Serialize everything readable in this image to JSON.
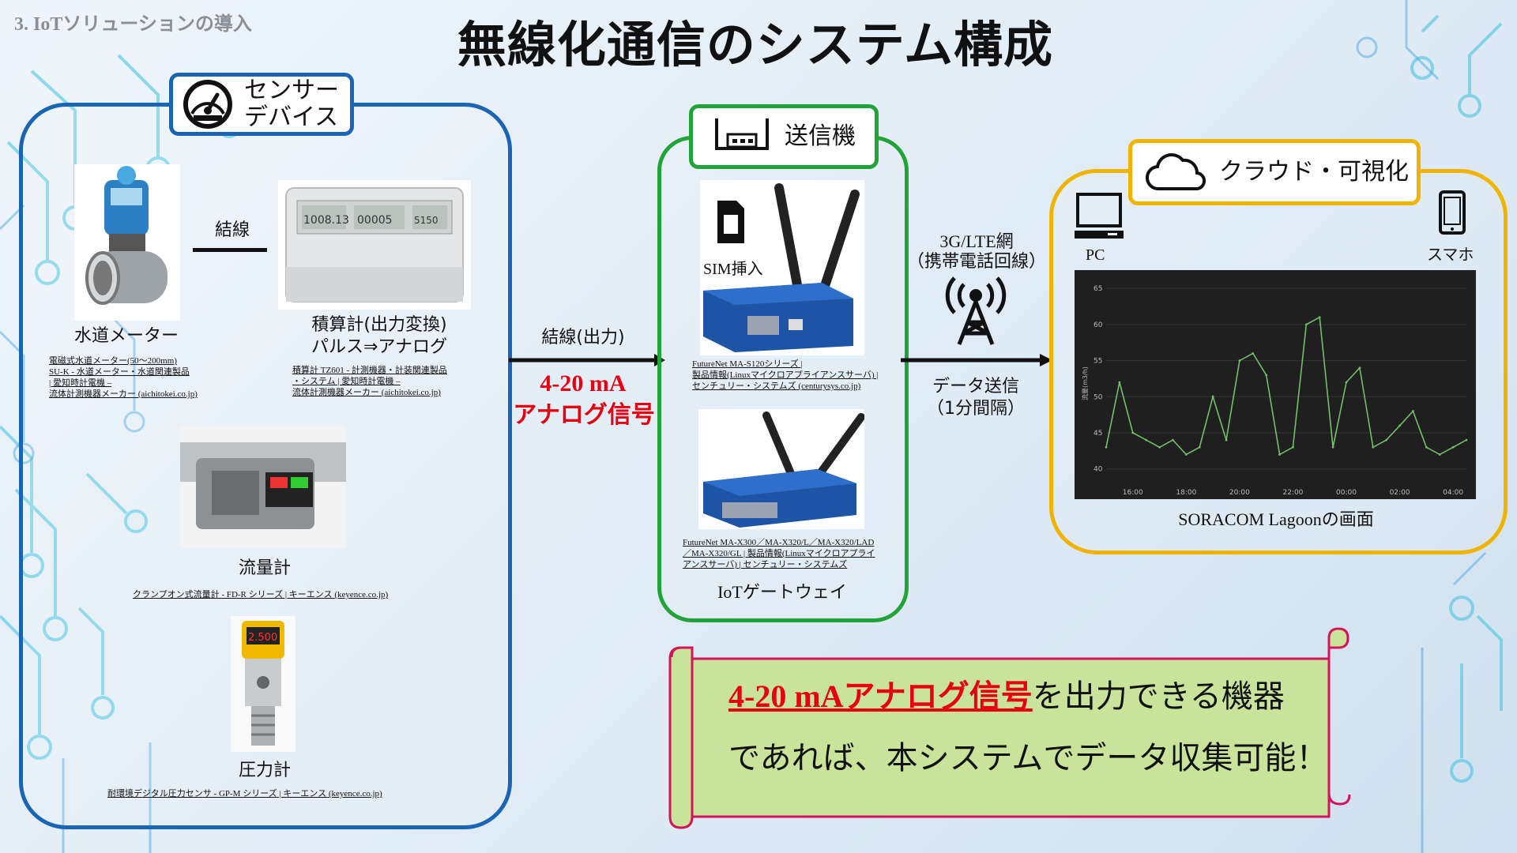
{
  "section_label": "3. IoTソリューションの導入",
  "title": "無線化通信のシステム構成",
  "sensor": {
    "tag_label_1": "センサー",
    "tag_label_2": "デバイス",
    "tag_icon": "gauge-icon",
    "water_meter_label": "水道メーター",
    "water_meter_links": [
      "電磁式水道メーター(50〜200mm)",
      "SU-K - 水道メーター・水道関連製品",
      "| 愛知時計電機 –",
      "流体計測機器メーカー (aichitokei.co.jp)"
    ],
    "wiring_label": "結線",
    "totalizer_label_1": "積算計(出力変換)",
    "totalizer_label_2": "パルス⇒アナログ",
    "totalizer_links": [
      "積算計 TZ601 - 計測機器・計装関連製品",
      "・システム | 愛知時計電機 –",
      "流体計測機器メーカー (aichitokei.co.jp)"
    ],
    "flow_meter_label": "流量計",
    "flow_meter_link": "クランプオン式流量計 - FD-R シリーズ | キーエンス (keyence.co.jp)",
    "pressure_label": "圧力計",
    "pressure_link": "耐環境デジタル圧力センサ - GP-M シリーズ | キーエンス (keyence.co.jp)",
    "totalizer_display": [
      "1008.13",
      "00005",
      "5150"
    ],
    "pressure_display": "2.500"
  },
  "wiring_output": {
    "label": "結線(出力)",
    "signal_1": "4-20 mA",
    "signal_2": "アナログ信号"
  },
  "transmitter": {
    "tag_label": "送信機",
    "tag_icon": "router-icon",
    "sim_label": "SIM挿入",
    "sim_icon": "sim-card-icon",
    "router1_links": [
      "FutureNet MA-S120シリーズ |",
      "製品情報(Linuxマイクロアプライアンスサーバ) |",
      "センチュリー・システムズ (centurysys.co.jp)"
    ],
    "router2_links": [
      "FutureNet MA-X300／MA-X320/L／MA-X320/LAD",
      "／MA-X320/GL | 製品情報(Linuxマイクロアプライ",
      "アンスサーバ) | センチュリー・システムズ"
    ],
    "gateway_label": "IoTゲートウェイ"
  },
  "network": {
    "line1": "3G/LTE網",
    "line2": "（携帯電話回線）",
    "tower_icon": "cell-tower-icon",
    "send1": "データ送信",
    "send2": "（1分間隔）"
  },
  "cloud": {
    "tag_label": "クラウド・可視化",
    "tag_icon": "cloud-icon",
    "pc_label": "PC",
    "pc_icon": "pc-icon",
    "phone_label": "スマホ",
    "phone_icon": "smartphone-icon",
    "screen_caption": "SORACOM Lagoonの画面"
  },
  "chart_data": {
    "type": "line",
    "ylabel": "流量(m3/h)",
    "ylim": [
      38,
      66
    ],
    "yticks": [
      40,
      45,
      50,
      55,
      60,
      65
    ],
    "xticks": [
      "16:00",
      "18:00",
      "20:00",
      "22:00",
      "00:00",
      "02:00",
      "04:00"
    ],
    "x": [
      "15:00",
      "15:30",
      "16:00",
      "16:30",
      "17:00",
      "17:30",
      "18:00",
      "18:30",
      "19:00",
      "19:30",
      "20:00",
      "20:30",
      "21:00",
      "21:30",
      "22:00",
      "22:30",
      "23:00",
      "23:30",
      "00:00",
      "00:30",
      "01:00",
      "01:30",
      "02:00",
      "02:30",
      "03:00",
      "03:30",
      "04:00",
      "04:30"
    ],
    "series": [
      {
        "values": [
          43,
          52,
          45,
          44,
          43,
          44,
          42,
          43,
          50,
          44,
          55,
          56,
          53,
          42,
          43,
          60,
          61,
          43,
          52,
          54,
          43,
          44,
          46,
          48,
          43,
          42,
          43,
          44
        ]
      }
    ],
    "background": "#1f1f1f",
    "line_color": "#73bf69",
    "grid": true
  },
  "banner": {
    "highlight": "4-20 mAアナログ信号",
    "line1_rest": "を出力できる機器",
    "line2": "であれば、本システムでデータ収集可能！"
  },
  "colors": {
    "sensor_border": "#1a64b4",
    "transmitter_border": "#22a33a",
    "cloud_border": "#f0b400",
    "banner_bg": "#c9e39a",
    "banner_border": "#d4145a",
    "accent_red": "#e60012"
  }
}
